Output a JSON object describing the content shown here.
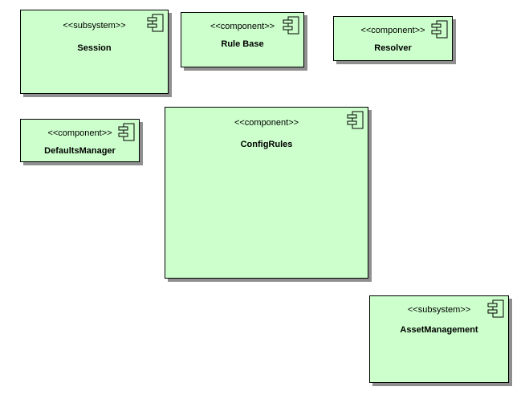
{
  "diagram": {
    "type": "uml-component-diagram",
    "background_color": "#ffffff",
    "box_fill_color": "#ccffcc",
    "box_border_color": "#000000",
    "shadow_color": "#8f8f8f",
    "components": [
      {
        "stereotype": "<<subsystem>>",
        "name": "Session",
        "icon": "uml-component-icon"
      },
      {
        "stereotype": "<<component>>",
        "name": "Rule Base",
        "icon": "uml-component-icon"
      },
      {
        "stereotype": "<<component>>",
        "name": "Resolver",
        "icon": "uml-component-icon"
      },
      {
        "stereotype": "<<component>>",
        "name": "DefaultsManager",
        "icon": "uml-component-icon"
      },
      {
        "stereotype": "<<component>>",
        "name": "ConfigRules",
        "icon": "uml-component-icon"
      },
      {
        "stereotype": "<<subsystem>>",
        "name": "AssetManagement",
        "icon": "uml-component-icon"
      }
    ]
  }
}
